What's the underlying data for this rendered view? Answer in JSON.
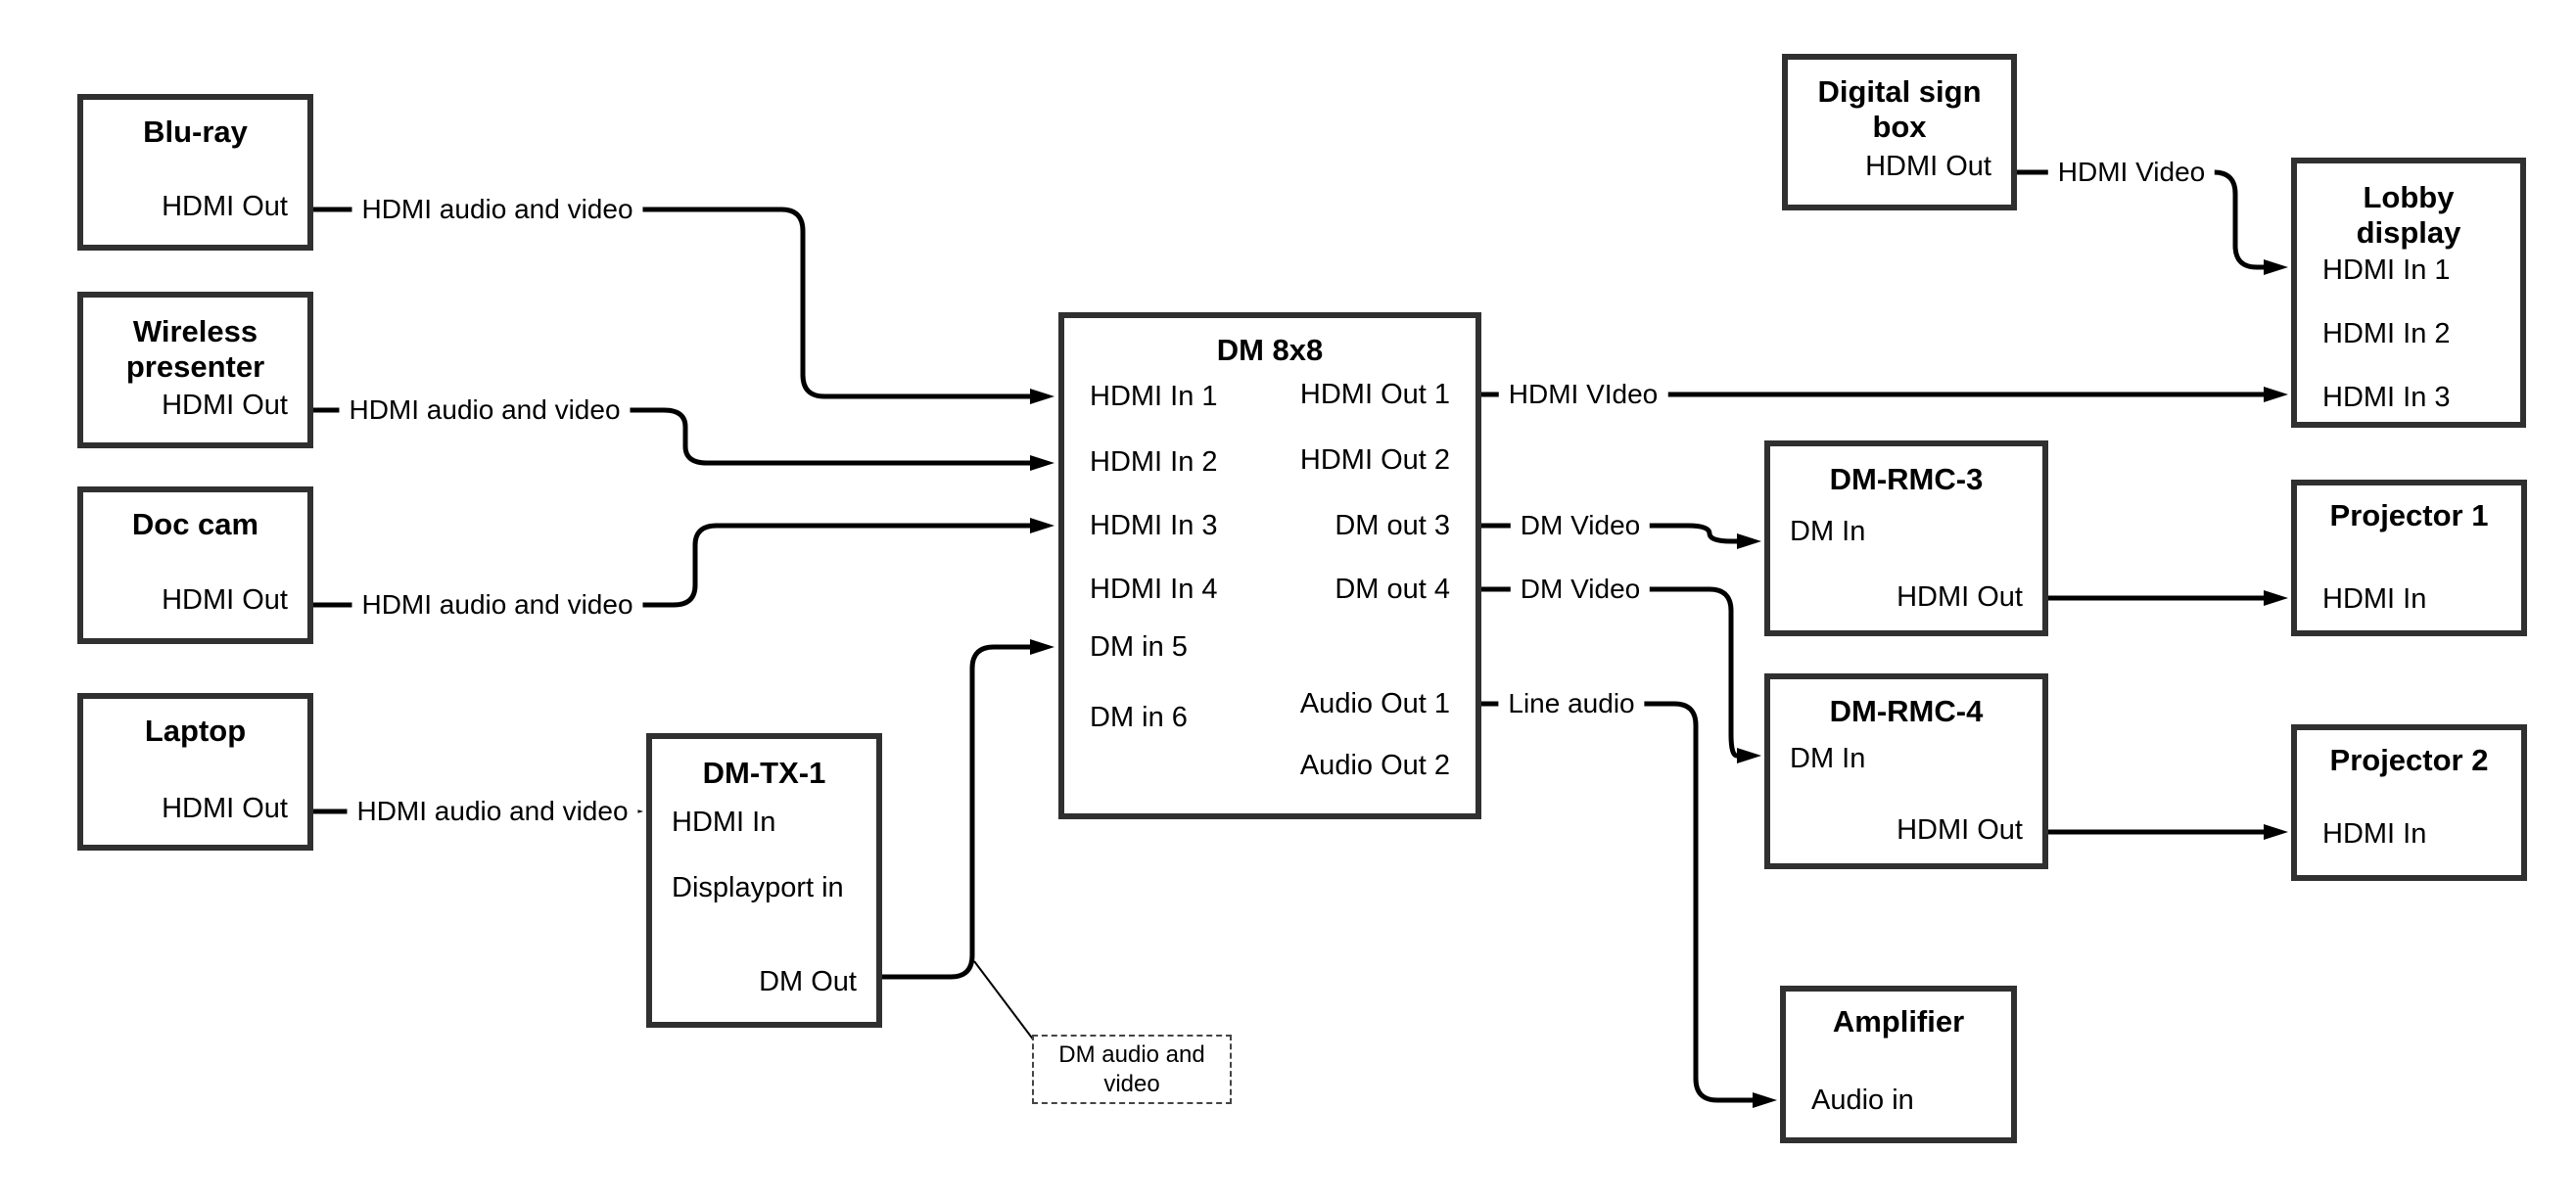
{
  "nodes": {
    "bluray": {
      "title": "Blu-ray",
      "port": "HDMI Out"
    },
    "wireless": {
      "title_line1": "Wireless",
      "title_line2": "presenter",
      "port": "HDMI Out"
    },
    "doccam": {
      "title": "Doc cam",
      "port": "HDMI Out"
    },
    "laptop": {
      "title": "Laptop",
      "port": "HDMI Out"
    },
    "dmtx1": {
      "title": "DM-TX-1",
      "ports": [
        "HDMI In",
        "Displayport in",
        "DM Out"
      ]
    },
    "dm8x8": {
      "title": "DM 8x8",
      "inputs": [
        "HDMI In 1",
        "HDMI In 2",
        "HDMI In 3",
        "HDMI In 4",
        "DM in 5",
        "DM in 6"
      ],
      "outputs": [
        "HDMI Out 1",
        "HDMI Out 2",
        "DM out 3",
        "DM out 4",
        "Audio Out 1",
        "Audio Out 2"
      ]
    },
    "signbox": {
      "title_line1": "Digital sign",
      "title_line2": "box",
      "port": "HDMI Out"
    },
    "lobby": {
      "title_line1": "Lobby",
      "title_line2": "display",
      "inputs": [
        "HDMI In 1",
        "HDMI In 2",
        "HDMI In 3"
      ]
    },
    "rmc3": {
      "title": "DM-RMC-3",
      "ports": [
        "DM In",
        "HDMI Out"
      ]
    },
    "rmc4": {
      "title": "DM-RMC-4",
      "ports": [
        "DM In",
        "HDMI Out"
      ]
    },
    "proj1": {
      "title": "Projector 1",
      "port": "HDMI In"
    },
    "proj2": {
      "title": "Projector 2",
      "port": "HDMI In"
    },
    "amp": {
      "title": "Amplifier",
      "port": "Audio in"
    }
  },
  "connection_labels": {
    "bluray": "HDMI audio and video",
    "wireless": "HDMI audio and video",
    "doccam": "HDMI audio and video",
    "laptop": "HDMI audio and video",
    "hdmi_out1": "HDMI VIdeo",
    "dm_out3": "DM Video",
    "dm_out4": "DM Video",
    "audio_out1": "Line audio",
    "signbox": "HDMI Video"
  },
  "callout": {
    "line1": "DM audio and",
    "line2": "video"
  },
  "colors": {
    "background": "#ffffff",
    "line": "#000000",
    "box_border": "#303030",
    "text": "#000000"
  }
}
